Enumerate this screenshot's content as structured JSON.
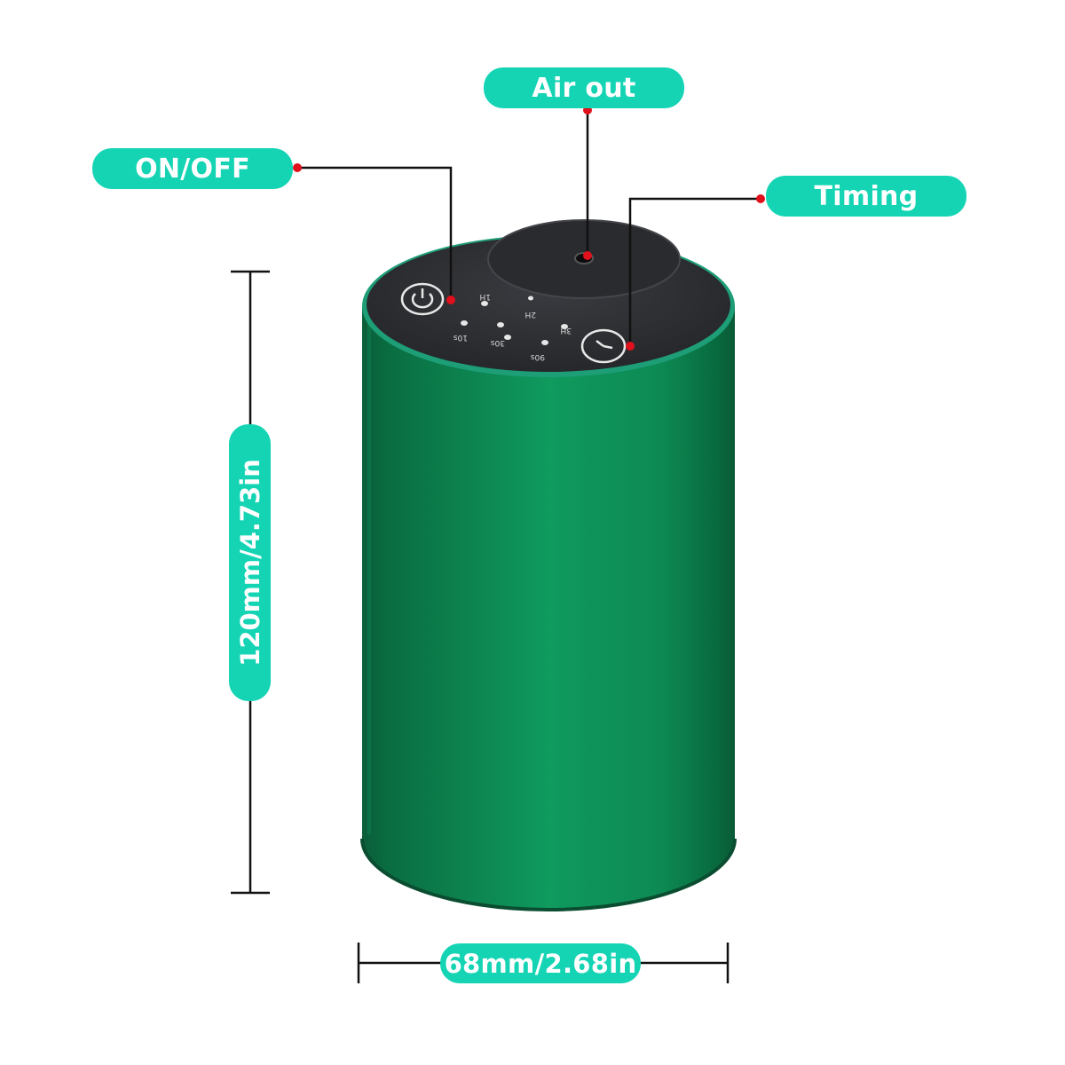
{
  "callouts": {
    "air_out": "Air out",
    "on_off": "ON/OFF",
    "timing": "Timing"
  },
  "dimensions": {
    "height": "120mm/4.73in",
    "width": "68mm/2.68in"
  },
  "panel": {
    "hour_labels": [
      "1H",
      "2H",
      "3H"
    ],
    "second_labels": [
      "10s",
      "30s",
      "90s"
    ]
  },
  "icons": [
    "power-icon",
    "clock-icon",
    "air-outlet-icon"
  ],
  "colors": {
    "accent": "#14d4b4",
    "body": "#0b7a49",
    "top": "#2e2f33",
    "marker": "#e0101c"
  }
}
